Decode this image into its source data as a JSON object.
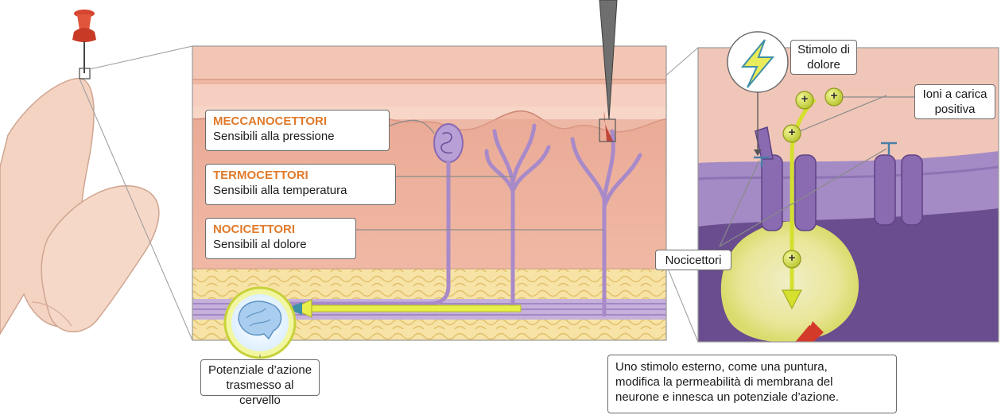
{
  "labels": {
    "meccanocettori": {
      "title": "MECCANOCETTORI",
      "desc": "Sensibili alla pressione"
    },
    "termocettori": {
      "title": "TERMOCETTORI",
      "desc": "Sensibili alla temperatura"
    },
    "nocicettori": {
      "title": "NOCICETTORI",
      "desc": "Sensibili al dolore"
    },
    "stimolo": {
      "line1": "Stimolo di",
      "line2": "dolore"
    },
    "ioni": {
      "line1": "Ioni a carica",
      "line2": "positiva"
    },
    "nocicettori_membrane": "Nocicettori",
    "potenziale": {
      "line1": "Potenziale d’azione",
      "line2": "trasmesso al cervello"
    },
    "caption": {
      "line1": "Uno stimolo esterno, come una puntura,",
      "line2": "modifica la permeabilità di membrana del",
      "line3": "neurone e innesca un potenziale d’azione."
    }
  },
  "ion_symbol": "+",
  "colors": {
    "heading": "#e07a2b",
    "neuron": "#a98ac9",
    "signal": "#e8ef4a",
    "pin": "#d6452f",
    "cytoplasm": "#6a4d8f"
  }
}
